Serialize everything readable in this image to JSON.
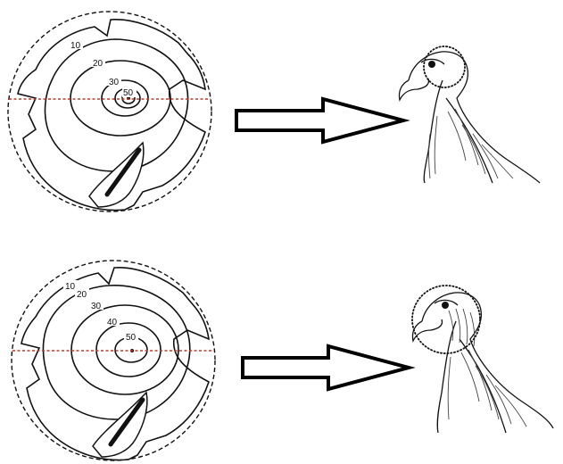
{
  "panels": [
    {
      "id": "top",
      "contour_labels": [
        "10",
        "20",
        "30",
        "50"
      ],
      "eye_region_circled": "posterior"
    },
    {
      "id": "bottom",
      "contour_labels": [
        "10",
        "20",
        "30",
        "40",
        "50"
      ],
      "eye_region_circled": "whole-head"
    }
  ],
  "colors": {
    "axis_line": "#c0392b",
    "ink": "#111111",
    "background": "#ffffff"
  },
  "icons": [
    "right-arrow-icon",
    "hawk-head-icon"
  ]
}
